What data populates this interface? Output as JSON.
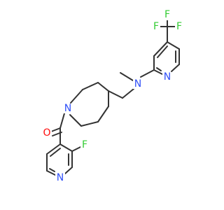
{
  "molecule": {
    "atoms": {
      "fluorine_top": "F",
      "fluorine_left": "F",
      "fluorine_right": "F",
      "nitrogen_amine": "N",
      "nitrogen_pyridine_top": "N",
      "nitrogen_piperidine": "N",
      "oxygen_carbonyl": "O",
      "fluorine_ring": "F",
      "nitrogen_pyridine_bottom": "N"
    },
    "colors": {
      "bond": "#333333",
      "fluorine": "#33cc33",
      "nitrogen": "#3050f8",
      "oxygen": "#ff0d0d"
    }
  }
}
